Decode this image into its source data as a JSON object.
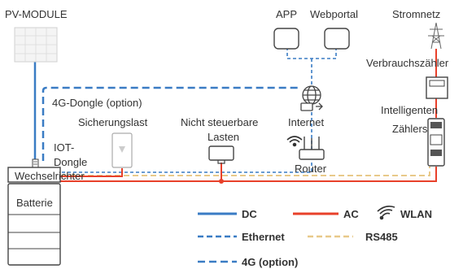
{
  "labels": {
    "pv_module": "PV-MODULE",
    "app": "APP",
    "webportal": "Webportal",
    "stromnetz": "Stromnetz",
    "verbrauchszaehler": "Verbrauchszähler",
    "dongle_4g": "4G-Dongle (option)",
    "sicherungslast": "Sicherungslast",
    "nicht_steuerbare_1": "Nicht steuerbare",
    "nicht_steuerbare_2": "Lasten",
    "internet": "Internet",
    "intelligent_1": "Intelligenten",
    "intelligent_2": "Zählers",
    "iot_1": "IOT-",
    "iot_2": "Dongle",
    "wechselrichter": "Wechselrichter",
    "batterie": "Batterie",
    "router": "Router"
  },
  "legend": {
    "dc": "DC",
    "ac": "AC",
    "wlan": "WLAN",
    "ethernet": "Ethernet",
    "rs485": "RS485",
    "g4": "4G (option)"
  },
  "colors": {
    "dc": "#3a7cc4",
    "ac": "#e8402a",
    "ethernet": "#3a7cc4",
    "rs485": "#e8c98a",
    "g4": "#3a7cc4",
    "stroke": "#444444"
  }
}
